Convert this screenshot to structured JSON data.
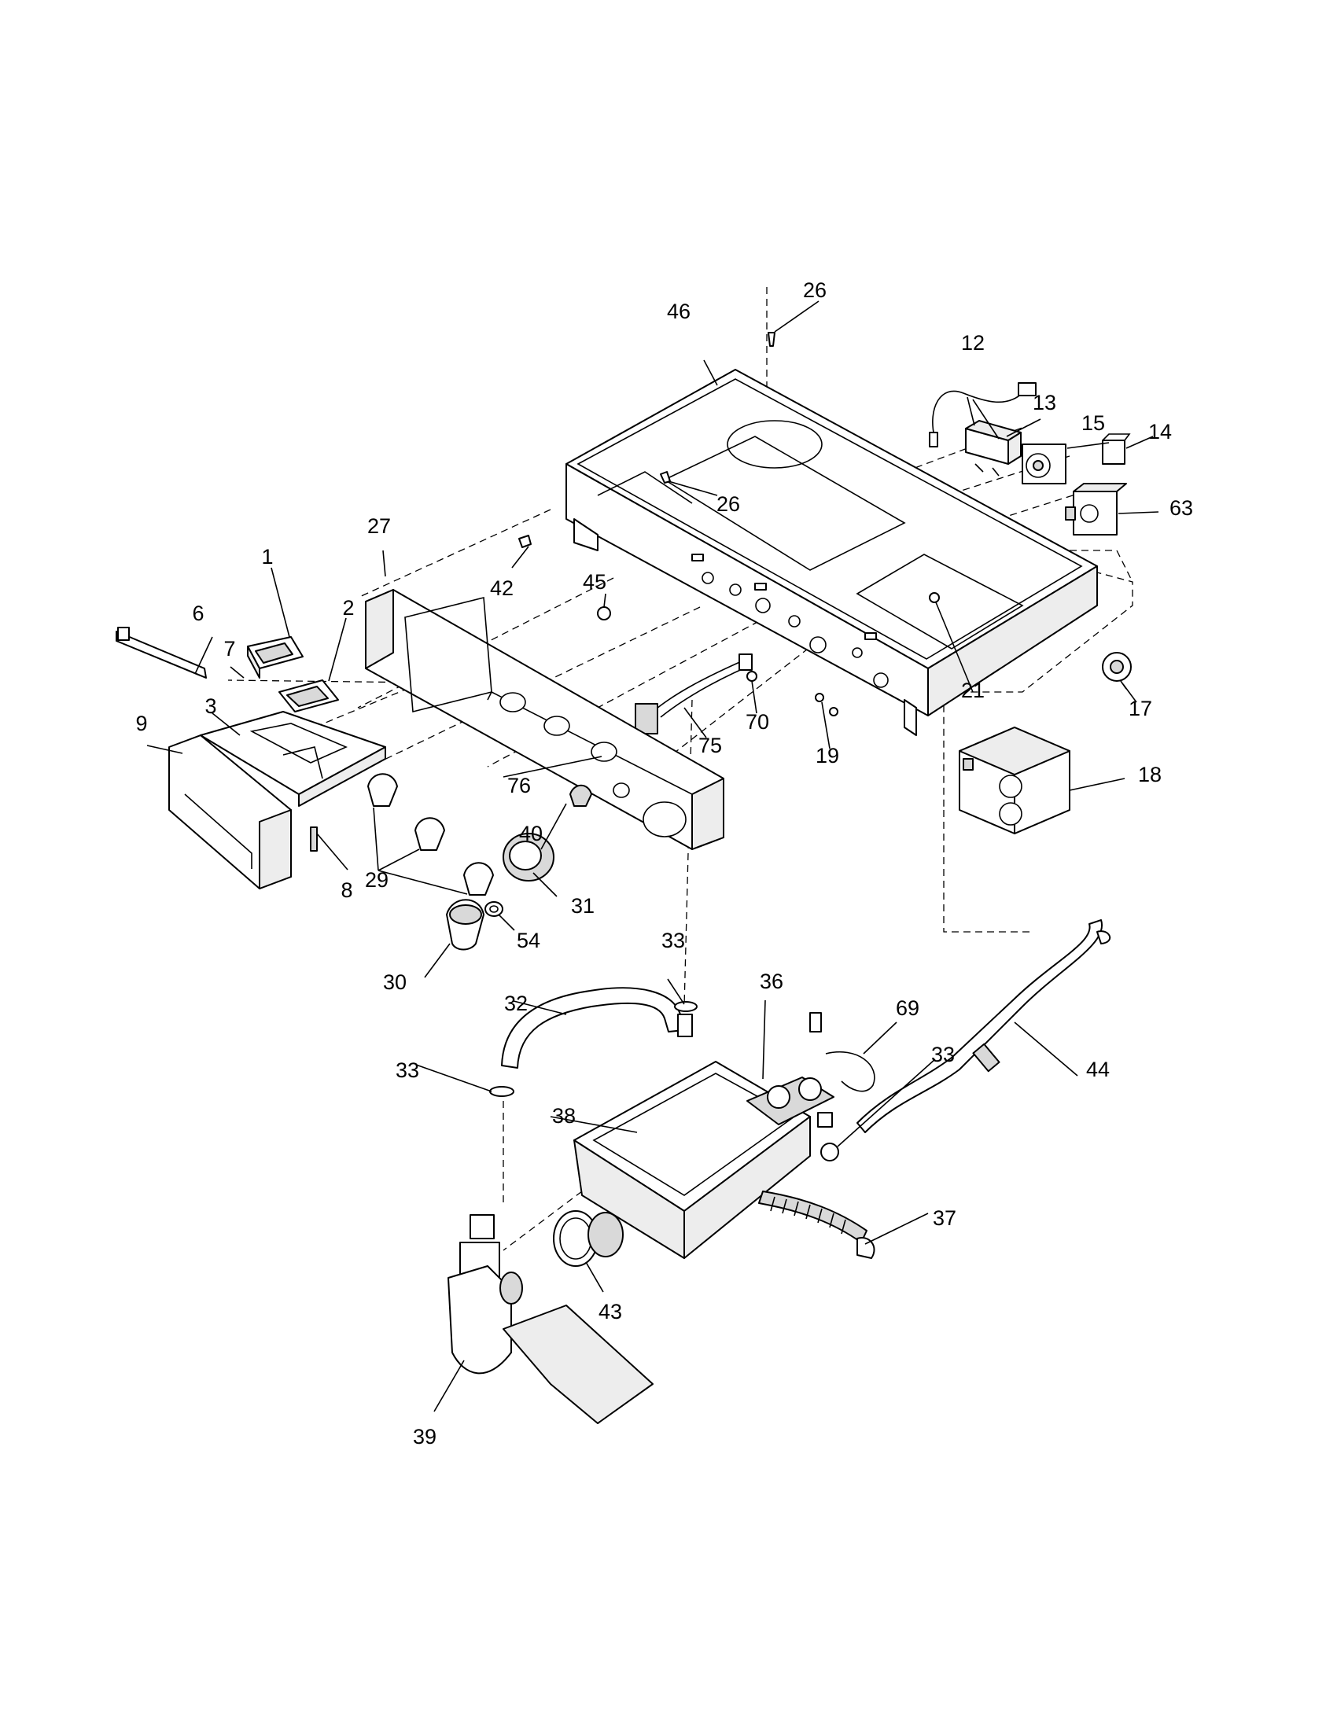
{
  "diagram": {
    "callouts": [
      {
        "id": "c1",
        "text": "1"
      },
      {
        "id": "c2",
        "text": "2"
      },
      {
        "id": "c3",
        "text": "3"
      },
      {
        "id": "c6",
        "text": "6"
      },
      {
        "id": "c7",
        "text": "7"
      },
      {
        "id": "c8",
        "text": "8"
      },
      {
        "id": "c9",
        "text": "9"
      },
      {
        "id": "c12",
        "text": "12"
      },
      {
        "id": "c13",
        "text": "13"
      },
      {
        "id": "c14",
        "text": "14"
      },
      {
        "id": "c15",
        "text": "15"
      },
      {
        "id": "c17",
        "text": "17"
      },
      {
        "id": "c18",
        "text": "18"
      },
      {
        "id": "c19",
        "text": "19"
      },
      {
        "id": "c21",
        "text": "21"
      },
      {
        "id": "c26a",
        "text": "26"
      },
      {
        "id": "c26b",
        "text": "26"
      },
      {
        "id": "c27",
        "text": "27"
      },
      {
        "id": "c29",
        "text": "29"
      },
      {
        "id": "c30",
        "text": "30"
      },
      {
        "id": "c31",
        "text": "31"
      },
      {
        "id": "c32",
        "text": "32"
      },
      {
        "id": "c33a",
        "text": "33"
      },
      {
        "id": "c33b",
        "text": "33"
      },
      {
        "id": "c33c",
        "text": "33"
      },
      {
        "id": "c36",
        "text": "36"
      },
      {
        "id": "c37",
        "text": "37"
      },
      {
        "id": "c38",
        "text": "38"
      },
      {
        "id": "c39",
        "text": "39"
      },
      {
        "id": "c40",
        "text": "40"
      },
      {
        "id": "c42",
        "text": "42"
      },
      {
        "id": "c43",
        "text": "43"
      },
      {
        "id": "c44",
        "text": "44"
      },
      {
        "id": "c45",
        "text": "45"
      },
      {
        "id": "c46",
        "text": "46"
      },
      {
        "id": "c54",
        "text": "54"
      },
      {
        "id": "c63",
        "text": "63"
      },
      {
        "id": "c69",
        "text": "69"
      },
      {
        "id": "c70",
        "text": "70"
      },
      {
        "id": "c75",
        "text": "75"
      },
      {
        "id": "c76",
        "text": "76"
      }
    ]
  }
}
